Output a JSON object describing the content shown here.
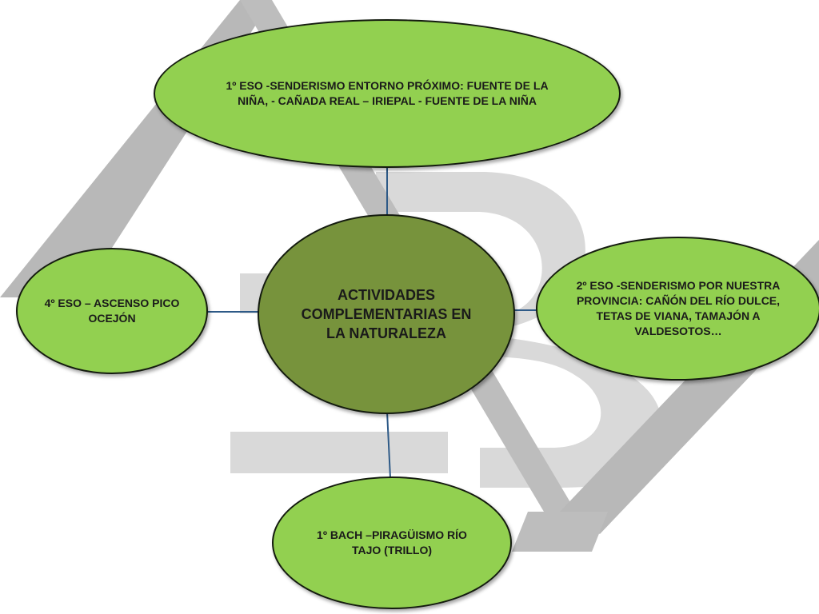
{
  "colors": {
    "node_fill": "#92d050",
    "center_fill": "#77933c",
    "node_border": "#141b0f",
    "connector": "#2e5a87",
    "logo_gray": "#bdbdbd",
    "logo_light": "#d9d9d9"
  },
  "diagram": {
    "center": {
      "text": "ACTIVIDADES COMPLEMENTARIAS EN LA NATURALEZA"
    },
    "top": {
      "text": "1º ESO -SENDERISMO ENTORNO PRÓXIMO: FUENTE DE LA NIÑA, - CAÑADA REAL – IRIEPAL - FUENTE DE LA NIÑA"
    },
    "right": {
      "text": "2º ESO -SENDERISMO POR NUESTRA PROVINCIA:  CAÑÓN DEL RÍO DULCE, TETAS DE VIANA, TAMAJÓN A VALDESOTOS…"
    },
    "left": {
      "text": "4º ESO – ASCENSO PICO OCEJÓN"
    },
    "bottom": {
      "text": "1º BACH –PIRAGÜISMO RÍO TAJO (TRILLO)"
    }
  }
}
